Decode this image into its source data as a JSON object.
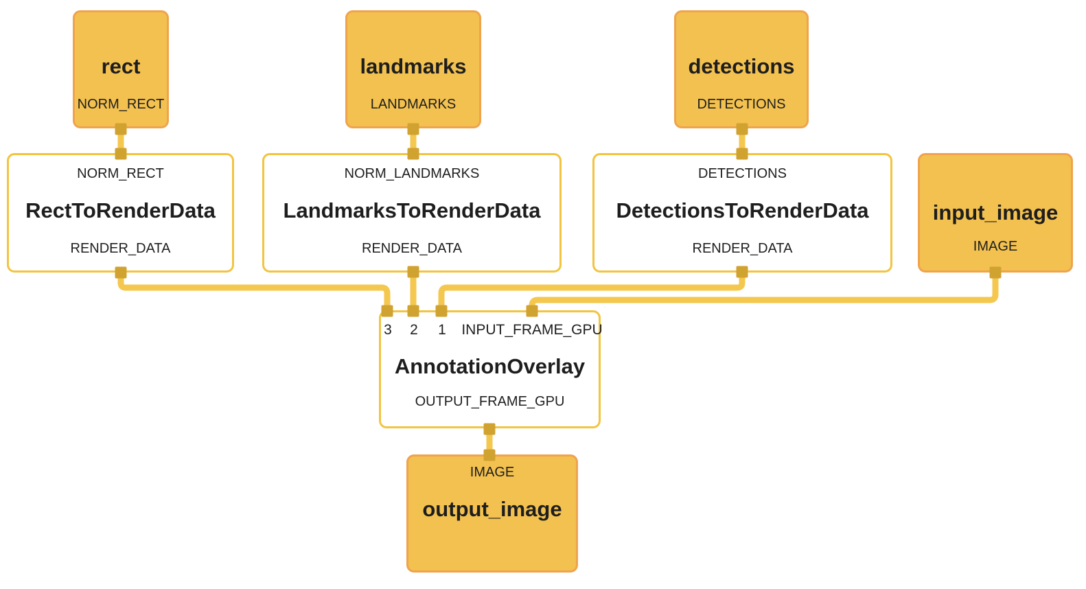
{
  "diagram": {
    "type": "calculator-graph",
    "background": "#FFFFFF"
  },
  "colors": {
    "node_fill": "#F3C14F",
    "node_border": "#EFA34D",
    "calc_fill": "#FFFFFF",
    "calc_border": "#F2C43F",
    "wire": "#F4C74F",
    "port": "#D0A230",
    "text": "#1E1E1E"
  },
  "nodes": {
    "rect": {
      "title": "rect",
      "output_tag": "NORM_RECT"
    },
    "landmarks": {
      "title": "landmarks",
      "output_tag": "LANDMARKS"
    },
    "detections": {
      "title": "detections",
      "output_tag": "DETECTIONS"
    },
    "input_image": {
      "title": "input_image",
      "output_tag": "IMAGE"
    },
    "rect_to_render_data": {
      "input_tag": "NORM_RECT",
      "title": "RectToRenderData",
      "output_tag": "RENDER_DATA"
    },
    "landmarks_to_render_data": {
      "input_tag": "NORM_LANDMARKS",
      "title": "LandmarksToRenderData",
      "output_tag": "RENDER_DATA"
    },
    "detections_to_render_data": {
      "input_tag": "DETECTIONS",
      "title": "DetectionsToRenderData",
      "output_tag": "RENDER_DATA"
    },
    "annotation_overlay": {
      "input_ports": [
        "3",
        "2",
        "1",
        "INPUT_FRAME_GPU"
      ],
      "title": "AnnotationOverlay",
      "output_tag": "OUTPUT_FRAME_GPU"
    },
    "output_image": {
      "input_tag": "IMAGE",
      "title": "output_image"
    }
  },
  "edges": [
    {
      "from": "rect:NORM_RECT",
      "to": "RectToRenderData:NORM_RECT"
    },
    {
      "from": "landmarks:LANDMARKS",
      "to": "LandmarksToRenderData:NORM_LANDMARKS"
    },
    {
      "from": "detections:DETECTIONS",
      "to": "DetectionsToRenderData:DETECTIONS"
    },
    {
      "from": "RectToRenderData:RENDER_DATA",
      "to": "AnnotationOverlay:3"
    },
    {
      "from": "LandmarksToRenderData:RENDER_DATA",
      "to": "AnnotationOverlay:2"
    },
    {
      "from": "DetectionsToRenderData:RENDER_DATA",
      "to": "AnnotationOverlay:1"
    },
    {
      "from": "input_image:IMAGE",
      "to": "AnnotationOverlay:INPUT_FRAME_GPU"
    },
    {
      "from": "AnnotationOverlay:OUTPUT_FRAME_GPU",
      "to": "output_image:IMAGE"
    }
  ]
}
